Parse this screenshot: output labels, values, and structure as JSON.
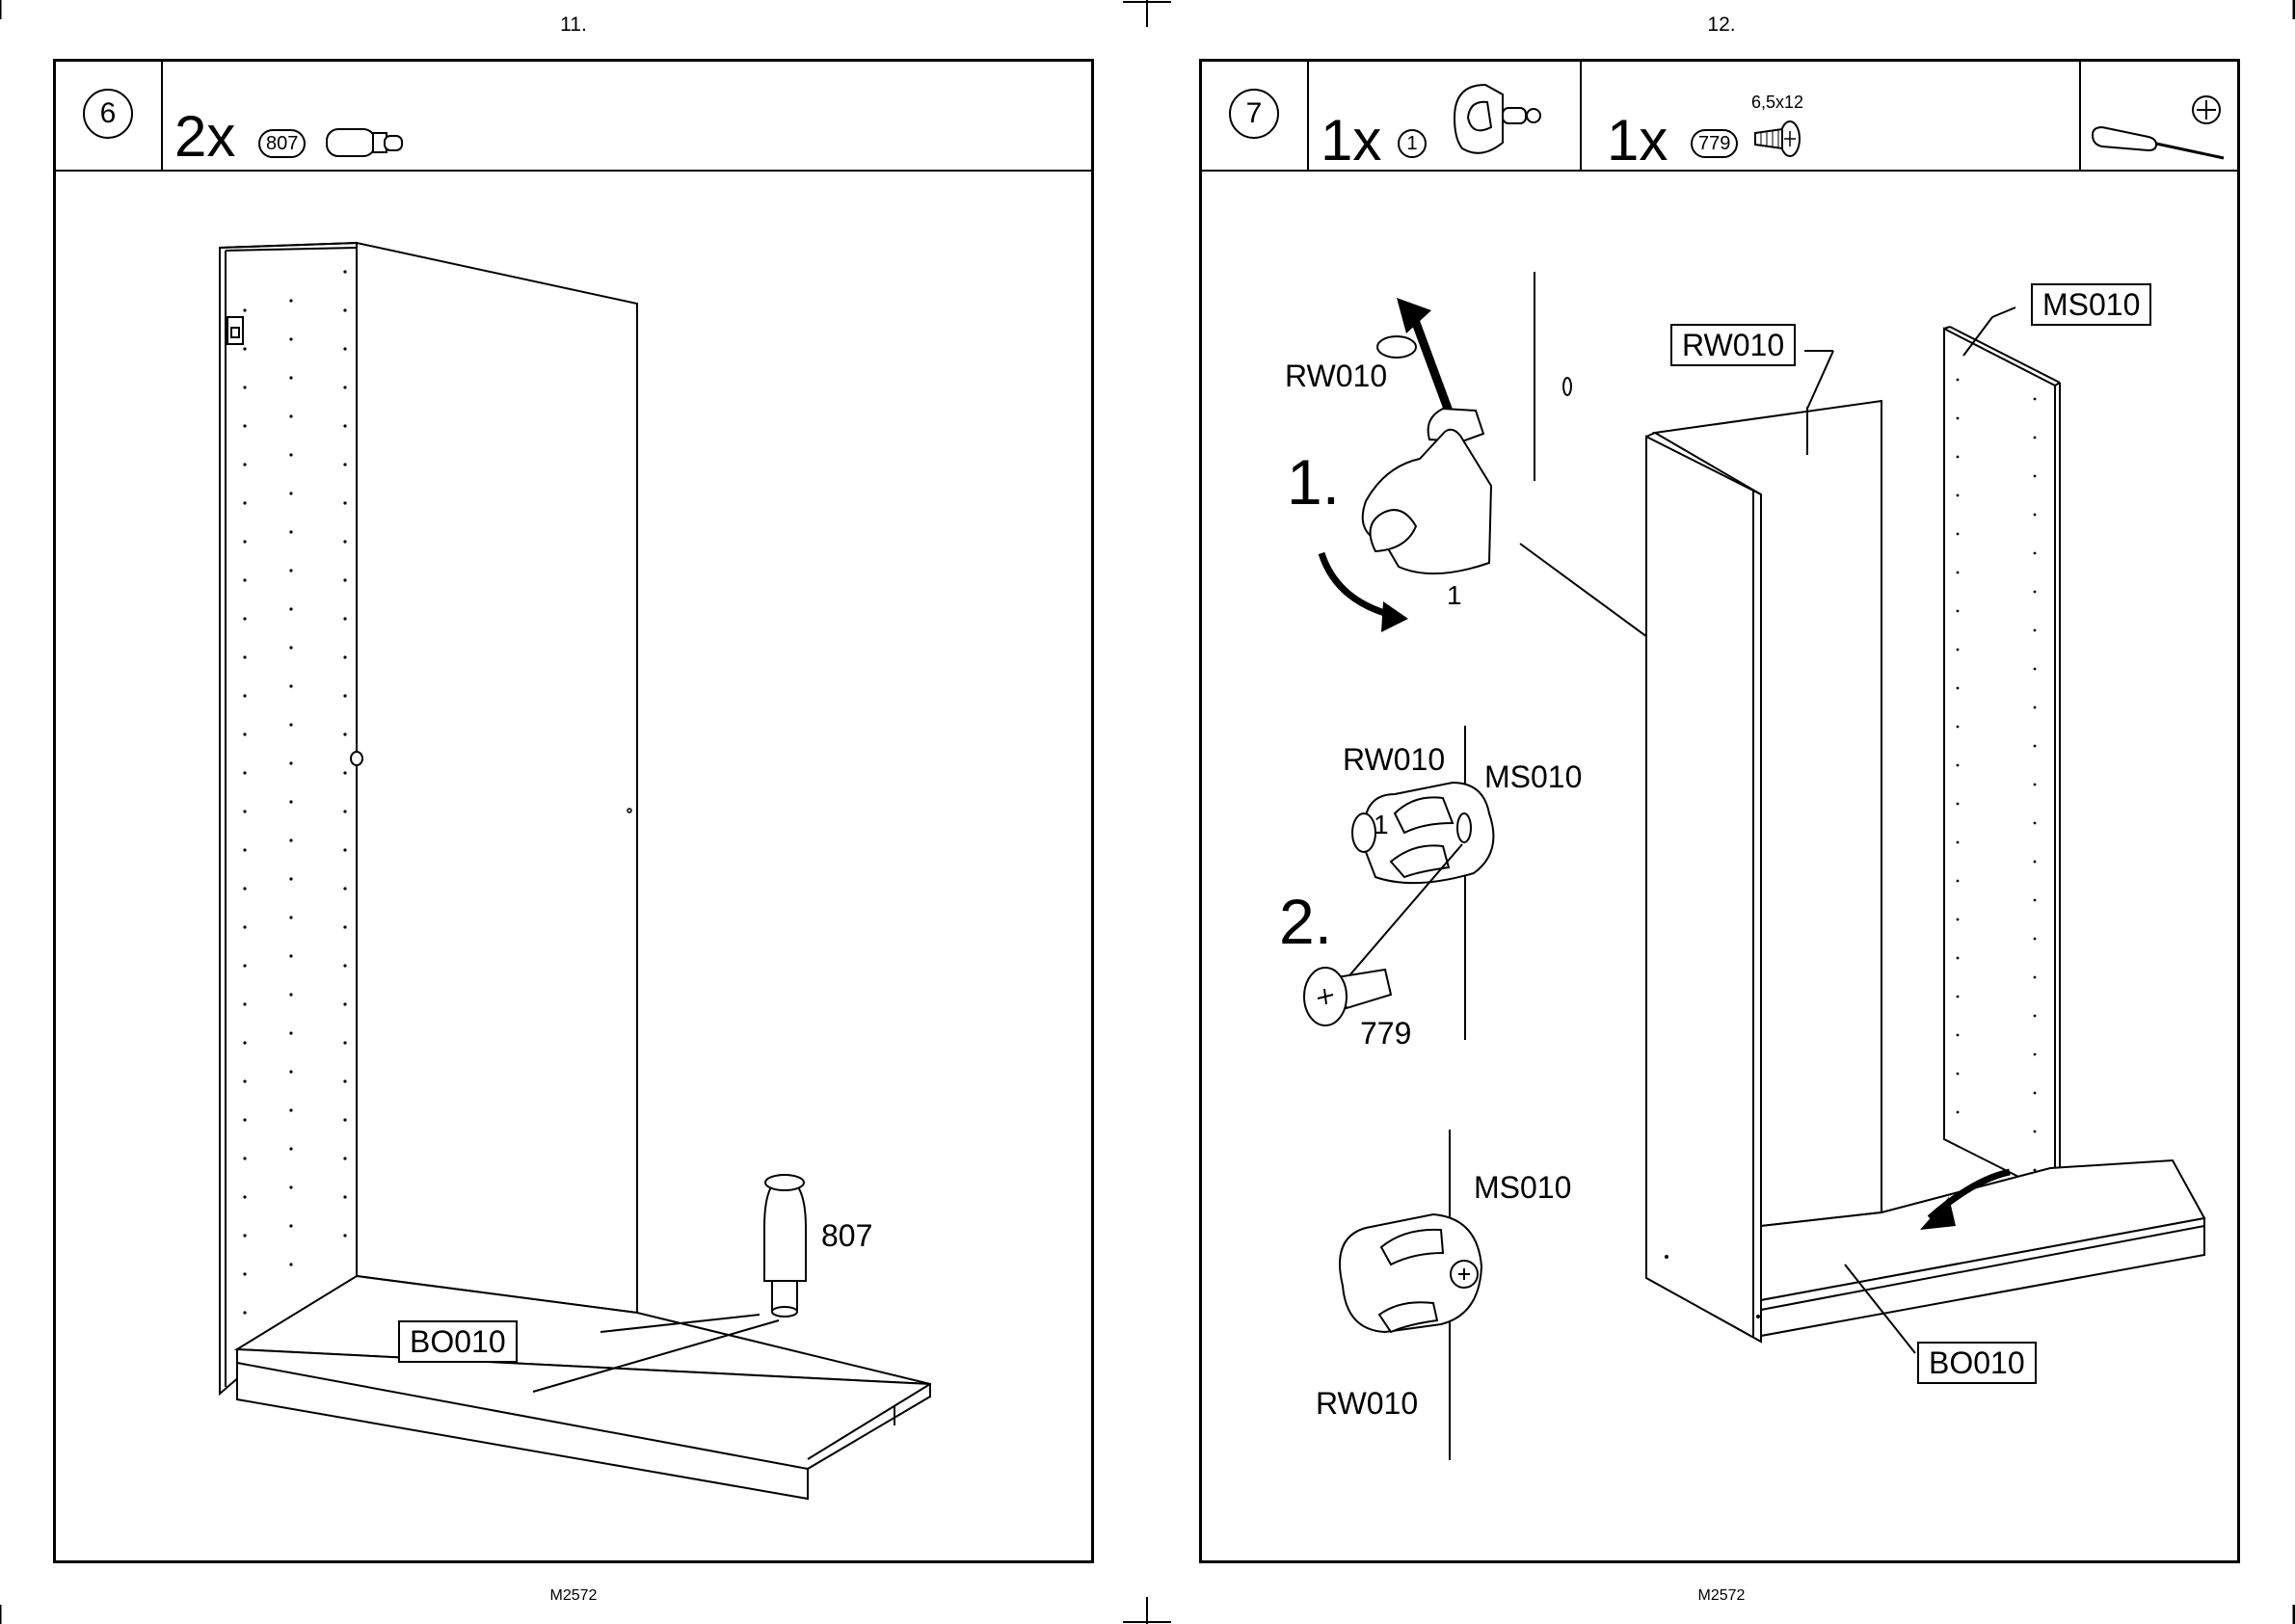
{
  "pages": [
    {
      "page_number": "11.",
      "footer_code": "M2572",
      "step": "6",
      "parts": [
        {
          "qty": "2x",
          "part_no": "807"
        }
      ],
      "labels": {
        "dowel": "807",
        "bottom_panel": "BO010"
      }
    },
    {
      "page_number": "12.",
      "footer_code": "M2572",
      "step": "7",
      "parts": [
        {
          "qty": "1x",
          "part_no": "1"
        },
        {
          "qty": "1x",
          "part_no": "779",
          "size": "6,5x12"
        }
      ],
      "labels": {
        "rear_wall_a": "RW010",
        "step_1": "1.",
        "part_1_a": "1",
        "rear_wall_b": "RW010",
        "mid_side_b": "MS010",
        "part_1_b": "1",
        "step_2": "2.",
        "screw": "779",
        "mid_side_c": "MS010",
        "rear_wall_c": "RW010",
        "rear_wall_main": "RW010",
        "mid_side_main": "MS010",
        "bottom_panel": "BO010"
      }
    }
  ],
  "icons": {
    "dowel": "dowel-icon",
    "connector": "connector-icon",
    "screw": "screw-icon",
    "screwdriver": "phillips-screwdriver-icon"
  }
}
